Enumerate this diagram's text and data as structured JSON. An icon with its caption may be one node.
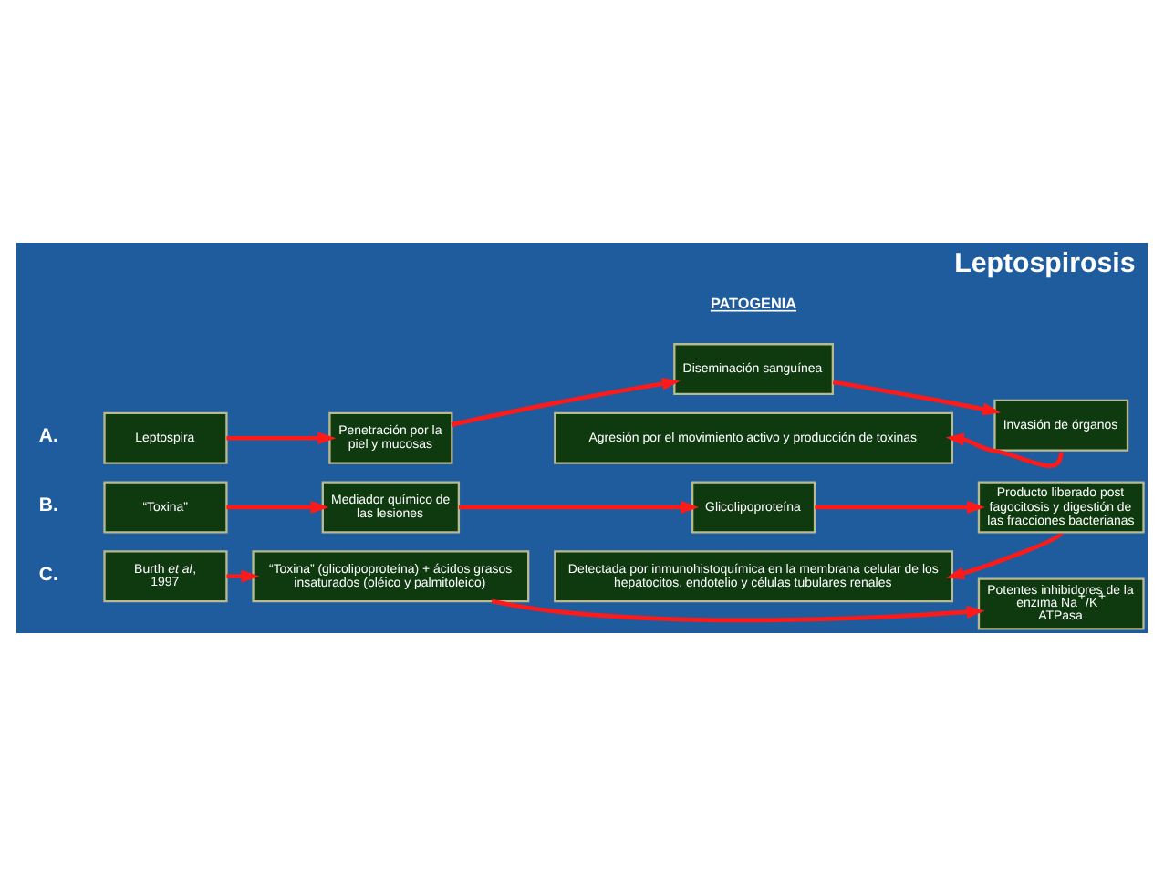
{
  "diagram": {
    "title": "Leptospirosis",
    "nodes": [
      {
        "text": [
          "Leptospira"
        ]
      },
      {
        "text": [
          "Penetración por la piel y mucosas"
        ]
      },
      {
        "text": [
          "Diseminación sanguínea"
        ]
      },
      {
        "text": [
          "Invasión de órganos"
        ]
      },
      {
        "text": [
          "Agresión por el movimiento activo y producción de toxinas"
        ]
      },
      {
        "text": [
          "“Toxina”"
        ]
      },
      {
        "text": [
          "Mediador químico de las lesiones"
        ]
      },
      {
        "text": [
          "Glicolipoproteína"
        ]
      },
      {
        "text": [
          "Producto liberado post fagocitosis y digestión de las fracciones bacterianas"
        ]
      },
      {
        "text": [
          "Detectada por inmunohistoquímica en la membrana celular de los hepatocitos, endotelio y células tubulares renales"
        ]
      },
      {
        "text": [
          "Burth *et al*, 1997"
        ]
      },
      {
        "text": [
          "“Toxina” (glicolipoproteína) + ácidos grasos insaturados (oléico y palmitoleico)"
        ]
      },
      {
        "text": [
          "Potentes inhibidores de la enzima Na$^{+}$/K$^{+}$ ATPasa"
        ]
      }
    ],
    "edges": [
      {
        "from": 0,
        "to": 1,
        "arrow": "to"
      },
      {
        "from": 1,
        "to": 2,
        "arrow": "to"
      },
      {
        "from": 2,
        "to": 3,
        "arrow": "to"
      },
      {
        "from": 3,
        "to": 4,
        "arrow": "to"
      },
      {
        "from": 5,
        "to": 6,
        "arrow": "to"
      },
      {
        "from": 6,
        "to": 7,
        "arrow": "to"
      },
      {
        "from": 7,
        "to": 8,
        "arrow": "to"
      },
      {
        "from": 8,
        "to": 9,
        "arrow": "to"
      },
      {
        "from": 10,
        "to": 11,
        "arrow": "to"
      },
      {
        "from": 11,
        "to": 12,
        "arrow": "to"
      }
    ],
    "labels": [
      "PATOGENIA",
      "A.",
      "B.",
      "C."
    ]
  }
}
